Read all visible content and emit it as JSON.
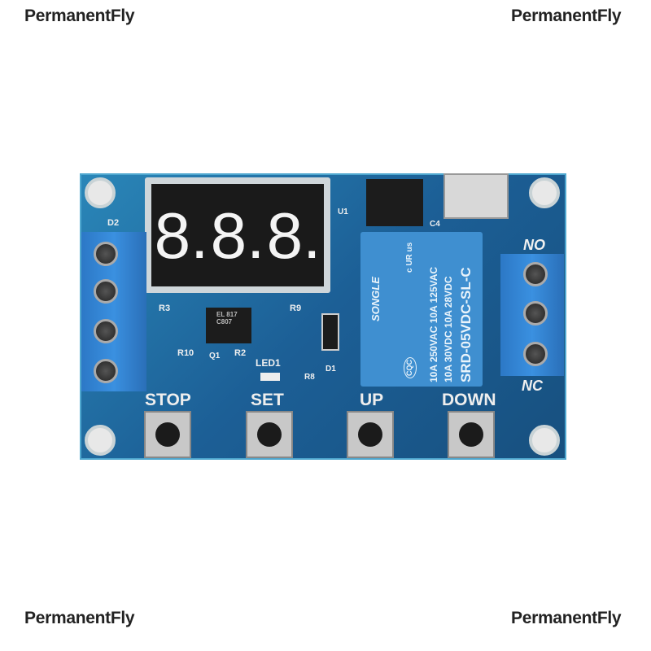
{
  "watermark": {
    "text": "PermanentFly"
  },
  "display": {
    "digits": [
      "8.",
      "8.",
      "8."
    ]
  },
  "buttons": [
    {
      "label": "STOP"
    },
    {
      "label": "SET"
    },
    {
      "label": "UP"
    },
    {
      "label": "DOWN"
    }
  ],
  "terminal_labels": {
    "no": "NO",
    "nc": "NC"
  },
  "relay": {
    "brand": "SONGLE",
    "line1": "10A 250VAC 10A 125VAC",
    "line2": "10A 30VDC 10A 28VDC",
    "model": "SRD-05VDC-SL-C",
    "ul_mark": "c UR us",
    "cqc_mark": "CQC"
  },
  "silkscreen": {
    "r3": "R3",
    "r9": "R9",
    "r10": "R10",
    "q1": "Q1",
    "r2": "R2",
    "led1": "LED1",
    "r8": "R8",
    "d1": "D1",
    "d2": "D2",
    "c4": "C4",
    "u1": "U1",
    "optocoupler": "EL 817 C807"
  },
  "colors": {
    "pcb": "#1c5f96",
    "terminal": "#3a90e0",
    "relay": "#3f8fd0"
  }
}
